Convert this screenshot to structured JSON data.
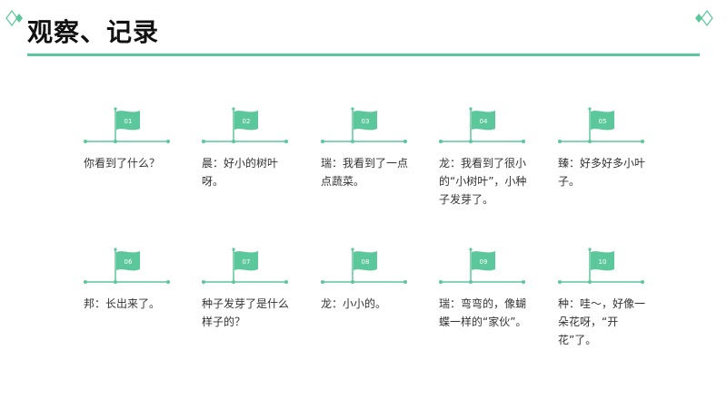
{
  "title": "观察、记录",
  "accent": "#5cc79a",
  "items": [
    {
      "num": "01",
      "text": "你看到了什么？"
    },
    {
      "num": "02",
      "text": "晨：好小的树叶呀。"
    },
    {
      "num": "03",
      "text": "瑞：我看到了一点点蔬菜。"
    },
    {
      "num": "04",
      "text": "龙：我看到了很小的“小树叶”，小种子发芽了。"
    },
    {
      "num": "05",
      "text": "臻：好多好多小叶子。"
    },
    {
      "num": "06",
      "text": "邦：长出来了。"
    },
    {
      "num": "07",
      "text": "种子发芽了是什么样子的？"
    },
    {
      "num": "08",
      "text": "龙：小小的。"
    },
    {
      "num": "09",
      "text": "瑞：弯弯的，像蝴蝶一样的“家伙”。"
    },
    {
      "num": "10",
      "text": "种：哇～，好像一朵花呀，“开花”了。"
    }
  ]
}
